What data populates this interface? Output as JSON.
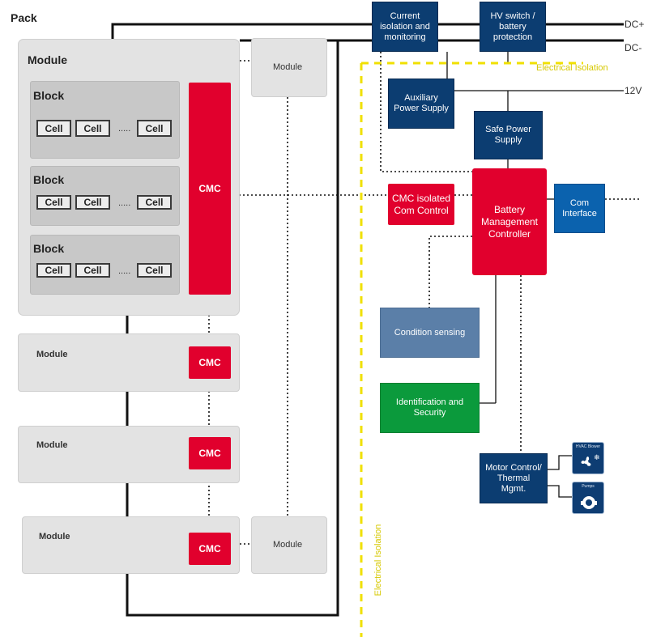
{
  "pack": {
    "title": "Pack"
  },
  "terminals": {
    "dc_plus": "DC+",
    "dc_minus": "DC-",
    "v12": "12V"
  },
  "isolation": {
    "label_top": "Electrical Isolation",
    "label_side": "Electrical Isolation",
    "color": "#f0e000"
  },
  "module_main": {
    "title": "Module",
    "blocks": [
      {
        "title": "Block",
        "cells": [
          "Cell",
          "Cell",
          ".....",
          "Cell"
        ]
      },
      {
        "title": "Block",
        "cells": [
          "Cell",
          "Cell",
          ".....",
          "Cell"
        ]
      },
      {
        "title": "Block",
        "cells": [
          "Cell",
          "Cell",
          ".....",
          "Cell"
        ]
      }
    ],
    "cmc": "CMC"
  },
  "modules": [
    {
      "title": "Module",
      "cmc": "CMC"
    },
    {
      "title": "Module",
      "cmc": "CMC"
    },
    {
      "title": "Module",
      "cmc": "CMC"
    }
  ],
  "module_side_top": "Module",
  "module_side_bottom": "Module",
  "blocks_right": {
    "current_iso": "Current\nisolation and\nmonitoring",
    "hv_switch": "HV switch /\nbattery\nprotection",
    "aux_power": "Auxiliary\nPower  Supply",
    "safe_power": "Safe Power\nSupply",
    "cmc_iso": "CMC isolated\nCom Control",
    "bmc": "Battery\nManagement\nController",
    "com_interface": "Com\nInterface",
    "condition": "Condition sensing",
    "ident": "Identification and\nSecurity",
    "motor": "Motor Control/\nThermal\nMgmt."
  },
  "icons": [
    {
      "name": "fan-icon",
      "caption": "HVAC Blower"
    },
    {
      "name": "pump-icon",
      "caption": "Pumps"
    }
  ],
  "colors": {
    "red": "#e1002d",
    "navy": "#0c3d71",
    "blue": "#0b62ae",
    "steel": "#5b7fa8",
    "green": "#0b9a3c"
  }
}
